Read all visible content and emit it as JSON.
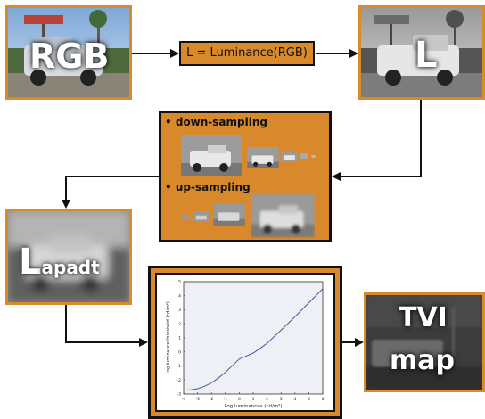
{
  "rgb_box": {
    "label": "RGB"
  },
  "lum_box": {
    "label": "L = Luminance(RGB)"
  },
  "l_box": {
    "label": "L"
  },
  "sampling_box": {
    "down_label": "• down-sampling",
    "up_label": "• up-sampling"
  },
  "ladapt_box": {
    "label_main": "L",
    "label_sub": "apadt"
  },
  "tvi_box": {
    "line1": "TVI",
    "line2": "map"
  },
  "chart_data": {
    "type": "line",
    "xlabel": "Log luminances (cd/m²)",
    "ylabel": "Log luminance threshold (cd/m²)",
    "xlim": [
      -4,
      6
    ],
    "ylim": [
      -3,
      5
    ],
    "xticks": [
      "-4",
      "-3",
      "-2",
      "-1",
      "0",
      "1",
      "2",
      "3",
      "4",
      "5",
      "6"
    ],
    "yticks": [
      "-3",
      "-2",
      "-1",
      "0",
      "1",
      "2",
      "3",
      "4",
      "5"
    ],
    "series": [
      {
        "x": [
          -4,
          -3.5,
          -3,
          -2.5,
          -2,
          -1.5,
          -1,
          -0.5,
          0,
          0.5,
          1,
          1.5,
          2,
          3,
          4,
          5,
          6
        ],
        "y": [
          -2.72,
          -2.7,
          -2.62,
          -2.45,
          -2.2,
          -1.86,
          -1.45,
          -0.98,
          -0.5,
          -0.3,
          -0.08,
          0.25,
          0.62,
          1.55,
          2.5,
          3.5,
          4.5
        ]
      }
    ],
    "grid": false
  },
  "colors": {
    "accent": "#d7892c",
    "border": "#111111",
    "line": "#4a5a9a"
  }
}
